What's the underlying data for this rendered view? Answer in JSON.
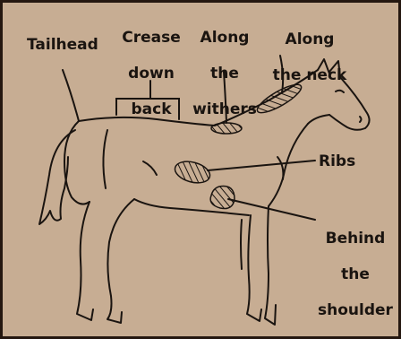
{
  "labels": {
    "tailhead": "Tailhead",
    "crease": [
      "Crease",
      "down",
      "back"
    ],
    "withers": [
      "Along",
      "the",
      "withers"
    ],
    "neck": [
      "Along",
      "the neck"
    ],
    "ribs": "Ribs",
    "shoulder": [
      "Behind",
      "the",
      "shoulder"
    ]
  },
  "colors": {
    "background": "#c7ad93",
    "border": "#241710",
    "ink": "#1a1410"
  }
}
